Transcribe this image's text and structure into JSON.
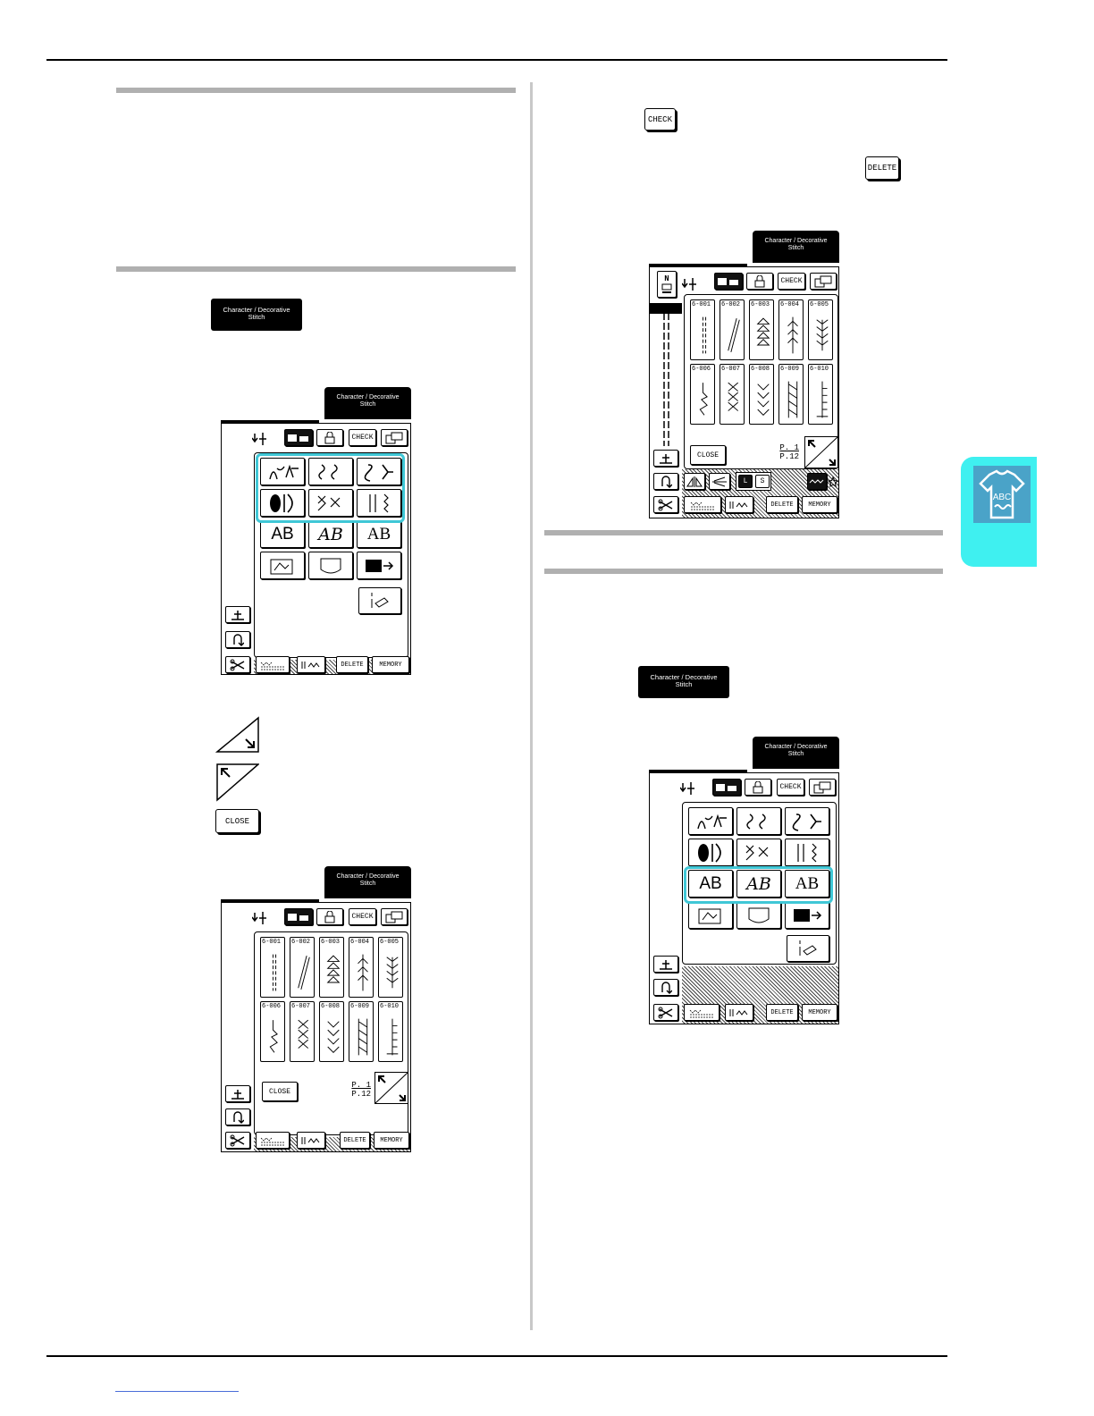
{
  "buttons": {
    "char_deco": "Character / Decorative\nStitch",
    "check": "CHECK",
    "delete": "DELETE",
    "close": "CLOSE",
    "memory": "MEMORY"
  },
  "screen": {
    "tab_title": "Character / Decorative\nStitch",
    "check": "CHECK",
    "delete": "DELETE",
    "memory": "MEMORY",
    "close": "CLOSE",
    "page_top": "P. 1",
    "page_bottom": "P.12",
    "pedal_letter": "N",
    "size_l": "L",
    "size_s": "S",
    "font_labels": [
      "AB",
      "AB",
      "AB"
    ],
    "stitch_codes": [
      "6-001",
      "6-002",
      "6-003",
      "6-004",
      "6-005",
      "6-006",
      "6-007",
      "6-008",
      "6-009",
      "6-010"
    ]
  },
  "side_tab": {
    "label": "ABC"
  }
}
